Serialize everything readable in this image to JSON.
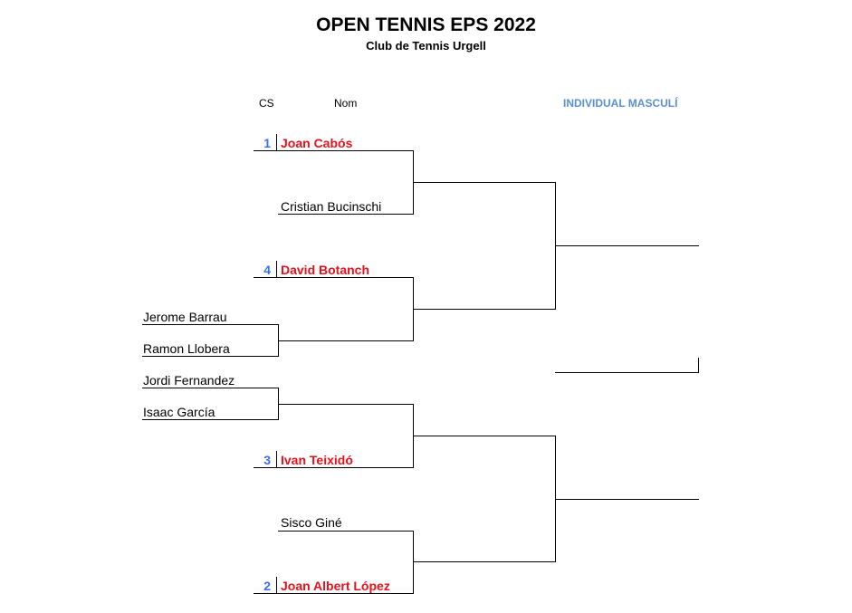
{
  "header": {
    "title": "OPEN TENNIS EPS 2022",
    "subtitle": "Club de Tennis Urgell",
    "col_seed": "CS",
    "col_name": "Nom",
    "category": "INDIVIDUAL MASCULÍ"
  },
  "seeds": {
    "s1": "1",
    "s4": "4",
    "s3": "3",
    "s2": "2"
  },
  "players": {
    "p1": "Joan Cabós",
    "p2": "Cristian Bucinschi",
    "p3": "David Botanch",
    "p4": "Jerome Barrau",
    "p5": "Ramon Llobera",
    "p6": "Jordi Fernandez",
    "p7": "Isaac García",
    "p8": "Ivan Teixidó",
    "p9": "Sisco Giné",
    "p10": "Joan Albert López"
  },
  "colors": {
    "seeded_name": "#e8101a",
    "seed_number": "#3b6ff0",
    "category": "#5b8fd2"
  }
}
